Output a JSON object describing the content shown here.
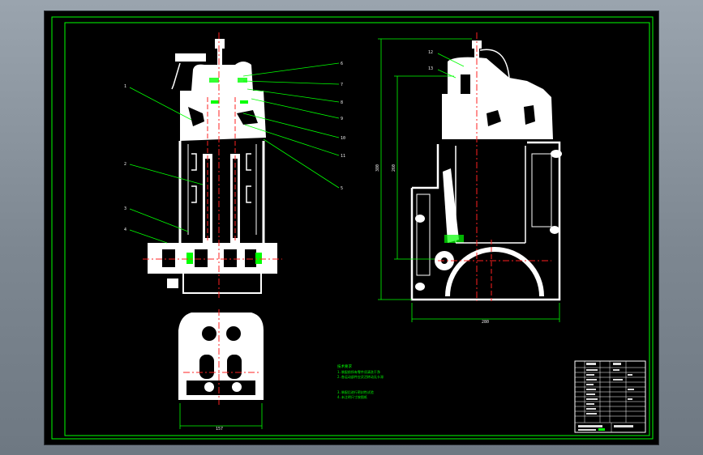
{
  "colors": {
    "background": "#000000",
    "frame": "#00ff00",
    "outline": "#ffffff",
    "center_line": "#ff2020",
    "dimension": "#00ff00",
    "leader": "#00ff00",
    "notes": "#00ff00"
  },
  "part_numbers": {
    "left_view": [
      "1",
      "2",
      "3",
      "4",
      "5"
    ],
    "right_view": [
      "6",
      "7",
      "8",
      "9",
      "10",
      "11"
    ],
    "side_view": [
      "12",
      "13"
    ]
  },
  "dimensions": {
    "bottom_view_width": "157",
    "side_view_width": "280",
    "side_view_height_outer": "380",
    "side_view_height_inner": "260"
  },
  "notes": {
    "heading": "技术要求",
    "line1": "1.装配前所有零件须清洗干净",
    "line2": "2.各运动部件应灵活转动无卡滞",
    "line3": "3.装配后进行密封性试验",
    "line4": "4.未注明尺寸按图纸"
  }
}
